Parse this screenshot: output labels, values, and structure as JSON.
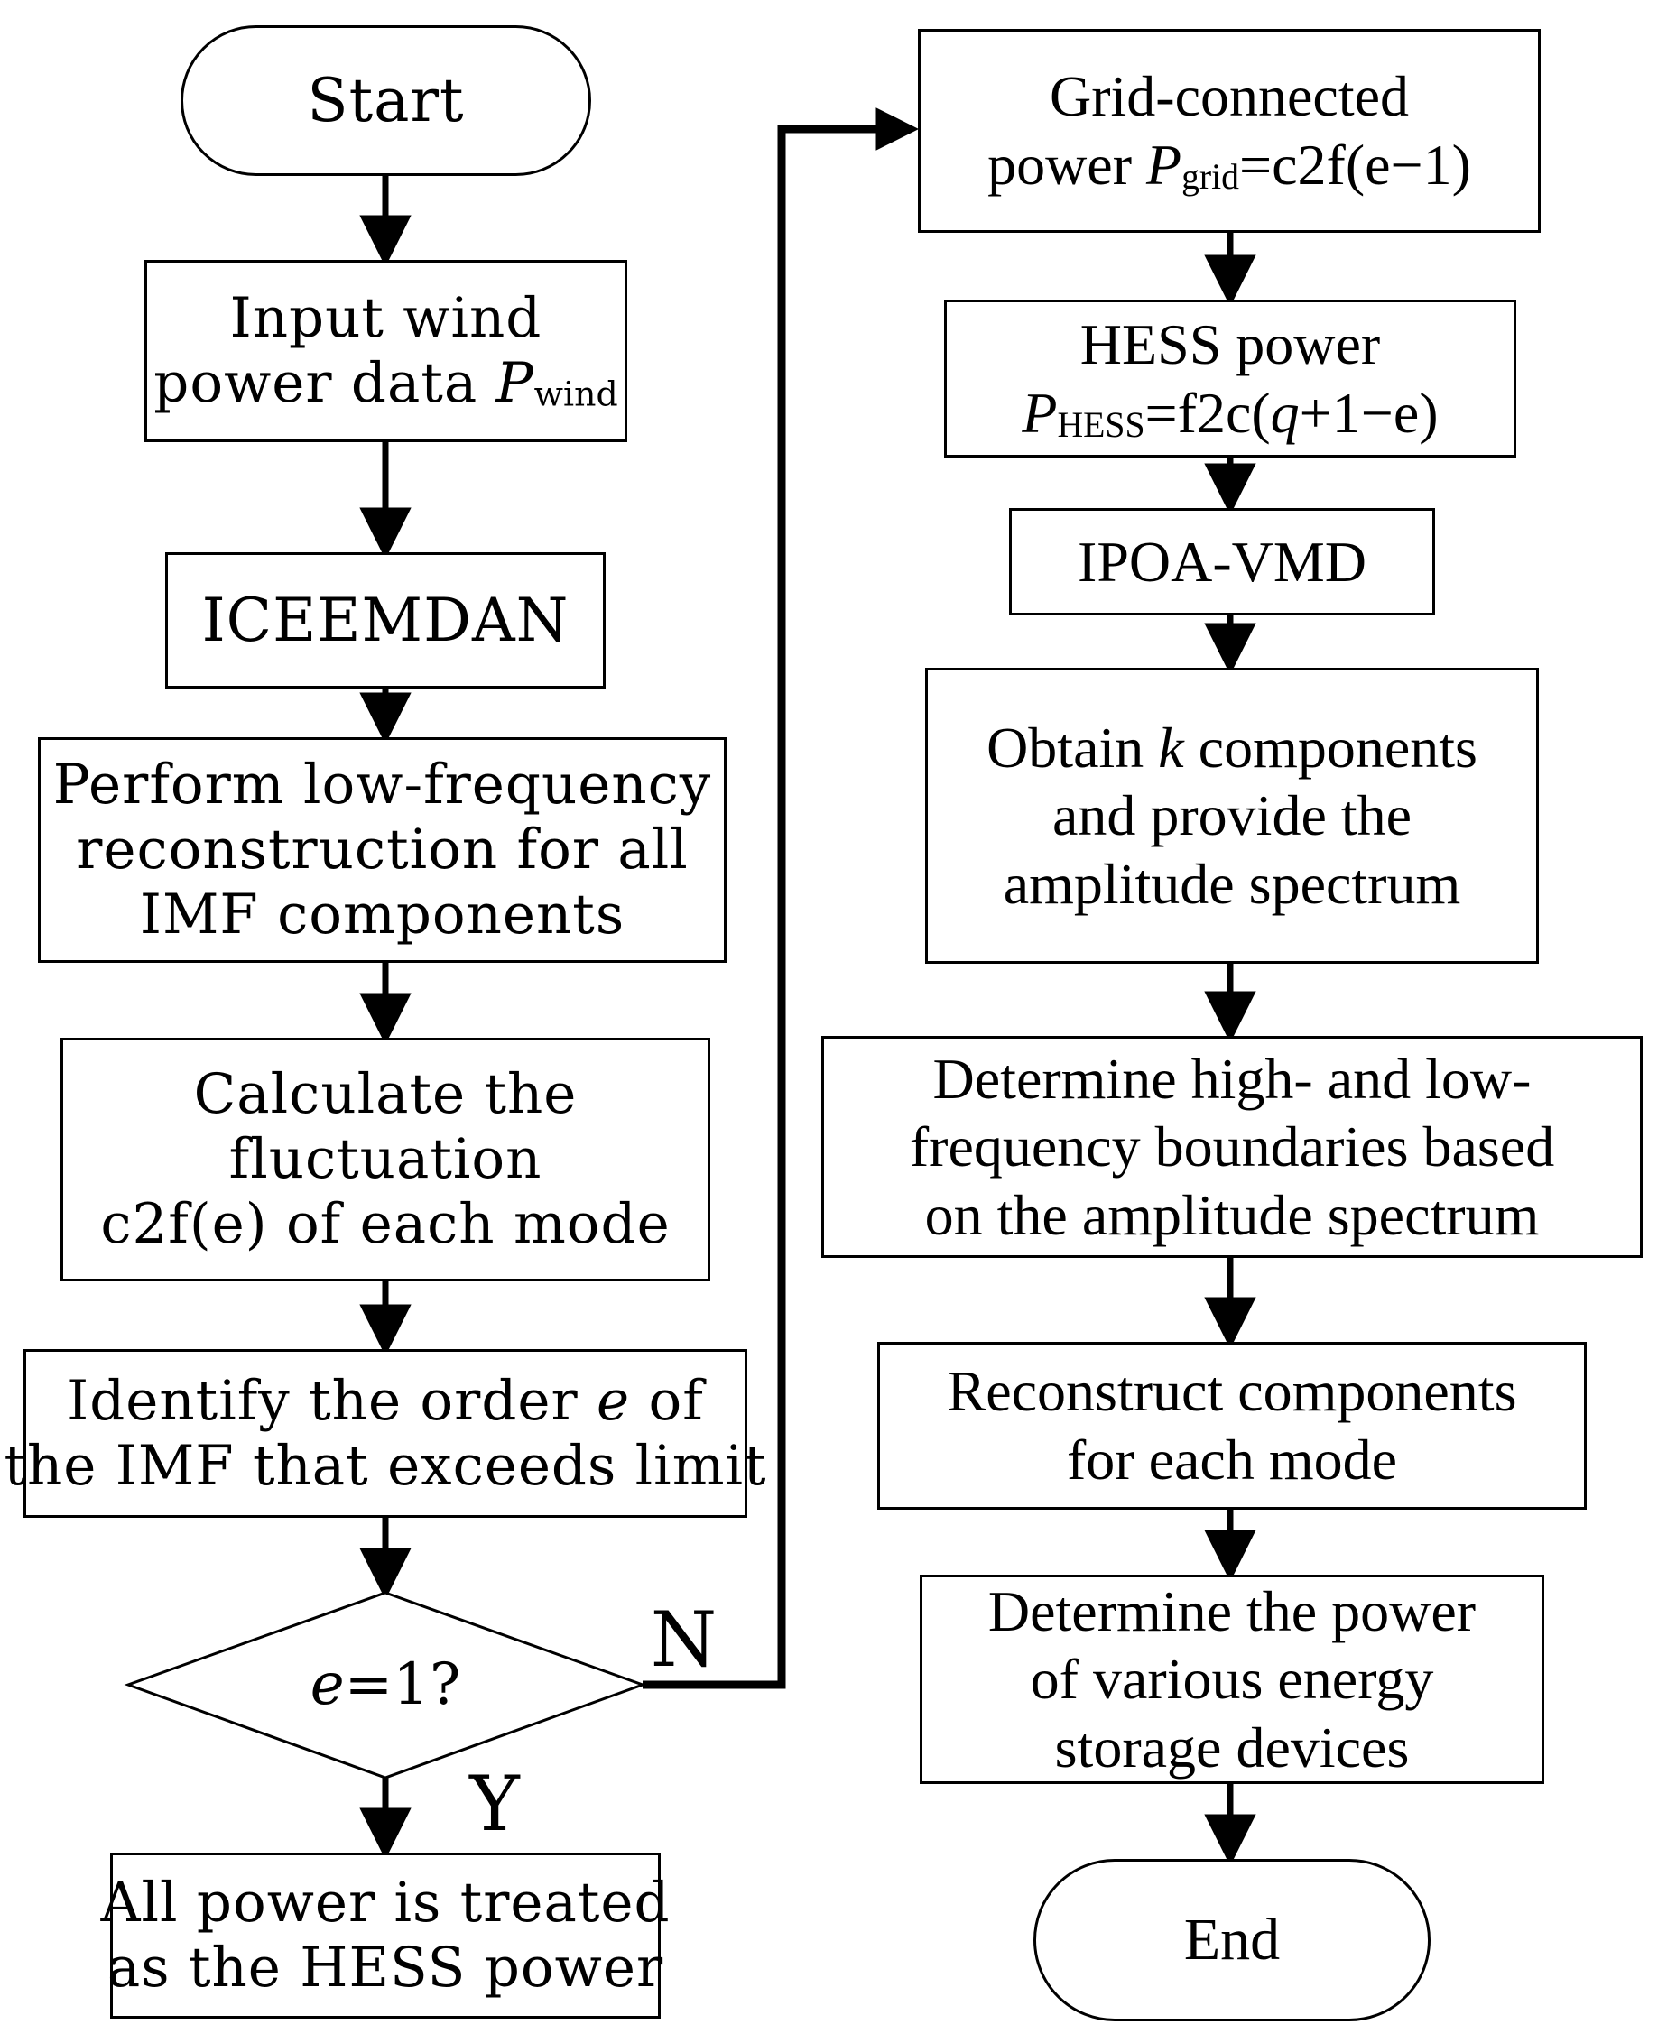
{
  "diagram": {
    "title": "Wind power HESS capacity allocation flowchart",
    "colors": {
      "background": "#ffffff",
      "stroke": "#000000",
      "text": "#000000"
    },
    "nodes": {
      "start": {
        "shape": "stadium",
        "lines": [
          [
            {
              "t": "Start"
            }
          ]
        ]
      },
      "input": {
        "shape": "rect",
        "lines": [
          [
            {
              "t": "Input wind"
            }
          ],
          [
            {
              "t": "power data "
            },
            {
              "t": "P",
              "s": "i"
            },
            {
              "t": "wind",
              "s": "sub"
            }
          ]
        ]
      },
      "iceemdan": {
        "shape": "rect",
        "lines": [
          [
            {
              "t": "ICEEMDAN"
            }
          ]
        ]
      },
      "perform": {
        "shape": "rect",
        "lines": [
          [
            {
              "t": "Perform low-frequency"
            }
          ],
          [
            {
              "t": "reconstruction for all"
            }
          ],
          [
            {
              "t": "IMF components"
            }
          ]
        ]
      },
      "calculate": {
        "shape": "rect",
        "lines": [
          [
            {
              "t": "Calculate the"
            }
          ],
          [
            {
              "t": "fluctuation"
            }
          ],
          [
            {
              "t": "c2f(e) of each mode"
            }
          ]
        ]
      },
      "identify": {
        "shape": "rect",
        "lines": [
          [
            {
              "t": "Identify the order "
            },
            {
              "t": "e",
              "s": "i"
            },
            {
              "t": " of"
            }
          ],
          [
            {
              "t": "the IMF that exceeds limit"
            }
          ]
        ]
      },
      "decision": {
        "shape": "diamond",
        "lines": [
          [
            {
              "t": "e",
              "s": "i"
            },
            {
              "t": "=1?"
            }
          ]
        ]
      },
      "allpower": {
        "shape": "rect",
        "lines": [
          [
            {
              "t": "All power is treated"
            }
          ],
          [
            {
              "t": "as the HESS power"
            }
          ]
        ]
      },
      "grid": {
        "shape": "rect",
        "lines": [
          [
            {
              "t": "Grid-connected"
            }
          ],
          [
            {
              "t": "power "
            },
            {
              "t": "P",
              "s": "i"
            },
            {
              "t": "grid",
              "s": "sub"
            },
            {
              "t": "=c2f(e−1)"
            }
          ]
        ]
      },
      "hess": {
        "shape": "rect",
        "lines": [
          [
            {
              "t": "HESS power"
            }
          ],
          [
            {
              "t": "P",
              "s": "i"
            },
            {
              "t": "HESS",
              "s": "sub"
            },
            {
              "t": "=f2c("
            },
            {
              "t": "q",
              "s": "i"
            },
            {
              "t": "+1−e)"
            }
          ]
        ]
      },
      "ipoa": {
        "shape": "rect",
        "lines": [
          [
            {
              "t": "IPOA-VMD"
            }
          ]
        ]
      },
      "obtain": {
        "shape": "rect",
        "lines": [
          [
            {
              "t": "Obtain "
            },
            {
              "t": "k",
              "s": "i"
            },
            {
              "t": " components"
            }
          ],
          [
            {
              "t": "and provide the"
            }
          ],
          [
            {
              "t": "amplitude spectrum"
            }
          ]
        ]
      },
      "determine": {
        "shape": "rect",
        "lines": [
          [
            {
              "t": "Determine high- and low-"
            }
          ],
          [
            {
              "t": "frequency boundaries based"
            }
          ],
          [
            {
              "t": "on the amplitude spectrum"
            }
          ]
        ]
      },
      "reconstruct": {
        "shape": "rect",
        "lines": [
          [
            {
              "t": "Reconstruct components"
            }
          ],
          [
            {
              "t": "for each mode"
            }
          ]
        ]
      },
      "detpower": {
        "shape": "rect",
        "lines": [
          [
            {
              "t": "Determine the power"
            }
          ],
          [
            {
              "t": "of various energy"
            }
          ],
          [
            {
              "t": "storage devices"
            }
          ]
        ]
      },
      "end": {
        "shape": "stadium",
        "lines": [
          [
            {
              "t": "End"
            }
          ]
        ]
      }
    },
    "edge_labels": {
      "no": "N",
      "yes": "Y"
    }
  }
}
